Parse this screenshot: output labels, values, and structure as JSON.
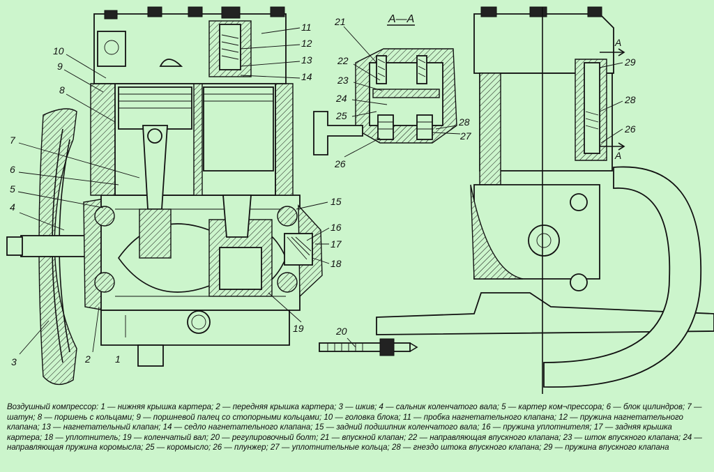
{
  "section_label": "А—А",
  "callouts": {
    "c1": "1",
    "c2": "2",
    "c3": "3",
    "c4": "4",
    "c5": "5",
    "c6": "6",
    "c7": "7",
    "c8": "8",
    "c9": "9",
    "c10": "10",
    "c11": "11",
    "c12": "12",
    "c13": "13",
    "c14": "14",
    "c15": "15",
    "c16": "16",
    "c17": "17",
    "c18": "18",
    "c19": "19",
    "c20": "20",
    "c21": "21",
    "c22": "22",
    "c23": "23",
    "c24": "24",
    "c25": "25",
    "c26a": "26",
    "c27": "27",
    "c28a": "28",
    "c28b": "28",
    "c29": "29",
    "c26b": "26",
    "arrowA1": "А",
    "arrowA2": "А"
  },
  "caption": "Воздушный компрессор: 1 — нижняя крышка картера; 2 — передняя крышка картера; 3 — шкив; 4 — сальник коленчатого вала; 5 — картер ком¬прессора; 6 — блок цилиндров; 7 — шатун; 8 — поршень с кольцами; 9 — поршневой палец со стопорными кольцами; 10 — головка блока; 11 — пробка нагнетательного клапана; 12 — пружина нагнетательного клапана; 13 — нагнетательный клапан; 14 — седло нагнетательного клапана; 15 — задний подшипник коленчатого вала; 16 — пружина уплотнителя; 17 — задняя крышка картера; 18 — уплотнитель; 19 — коленчатый вал; 20 — регулировочный болт; 21 — впускной клапан; 22 — направляющая впускного клапана; 23 — шток впускного клапана; 24 — направляющая пружина коромысла; 25 — коромысло; 26 — плунжер; 27 — уплотнительные кольца; 28 — гнездо штока впускного клапана; 29 — пружина впускного клапана"
}
